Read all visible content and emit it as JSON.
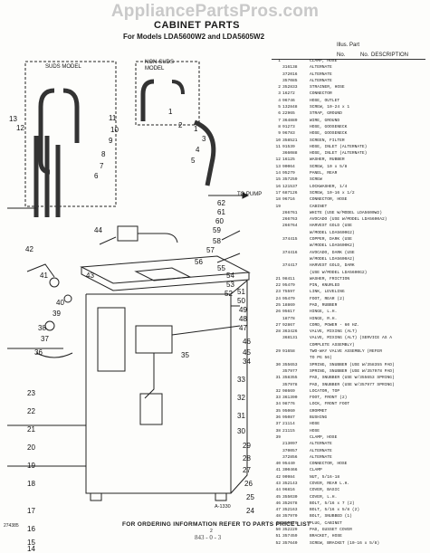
{
  "watermark": "AppliancePartsPros.com",
  "title": "CABINET PARTS",
  "subtitle": "For Models LDA5600W2 and LDA5605W2",
  "header": {
    "illus": "Illus.",
    "part_label": "Part",
    "key": "No.",
    "part": "No.",
    "desc": "DESCRIPTION"
  },
  "callouts": {
    "suds": "SUDS MODEL",
    "nonsuds": "NON-SUDS MODEL",
    "to_pump": "TO PUMP",
    "fig": "A-1330"
  },
  "parts": [
    {
      "k": "1",
      "p": "",
      "d": "CLAMP, HOSE"
    },
    {
      "k": "",
      "p": "316138",
      "d": "ALTERNATE"
    },
    {
      "k": "",
      "p": "372016",
      "d": "ALTERNATE"
    },
    {
      "k": "",
      "p": "357085",
      "d": "ALTERNATE"
    },
    {
      "k": "2",
      "p": "352833",
      "d": "STRAINER, HOSE"
    },
    {
      "k": "3",
      "p": "16272",
      "d": "CONNECTOR"
    },
    {
      "k": "4",
      "p": "96746",
      "d": "HOSE, OUTLET"
    },
    {
      "k": "5",
      "p": "132848",
      "d": "SCREW, 10-24 x 1"
    },
    {
      "k": "6",
      "p": "22965",
      "d": "STRAP, GROUND"
    },
    {
      "k": "7",
      "p": "364889",
      "d": "WIRE, GROUND"
    },
    {
      "k": "8",
      "p": "91273",
      "d": "HOSE, GOOSENECK"
    },
    {
      "k": "9",
      "p": "96783",
      "d": "HOSE, GOOSENECK"
    },
    {
      "k": "10",
      "p": "358521",
      "d": "SCREEN, FILTER"
    },
    {
      "k": "11",
      "p": "91539",
      "d": "HOSE, INLET (ALTERNATE)"
    },
    {
      "k": "",
      "p": "366088",
      "d": "HOSE, INLET (ALTERNATE)"
    },
    {
      "k": "12",
      "p": "16125",
      "d": "WASHER, RUBBER"
    },
    {
      "k": "13",
      "p": "90064",
      "d": "SCREW, 10 x 5/8"
    },
    {
      "k": "14",
      "p": "95279",
      "d": "PANEL, REAR"
    },
    {
      "k": "15",
      "p": "357259",
      "d": "SCREW"
    },
    {
      "k": "16",
      "p": "121537",
      "d": "LOCKWASHER, 1/4"
    },
    {
      "k": "17",
      "p": "687126",
      "d": "SCREW, 10-16 x 1/2"
    },
    {
      "k": "18",
      "p": "96716",
      "d": "CONNECTOR, HOSE"
    },
    {
      "k": "19",
      "p": "",
      "d": "CABINET"
    },
    {
      "k": "",
      "p": "266761",
      "d": "WHITE (USE W/MODEL LDA5600W2)"
    },
    {
      "k": "",
      "p": "266763",
      "d": "AVOCADO (USE W/MODEL LDA5600A2)"
    },
    {
      "k": "",
      "p": "266764",
      "d": "HARVEST GOLD (USE"
    },
    {
      "k": "",
      "p": "",
      "d": "W/MODEL LDA5600G2)"
    },
    {
      "k": "",
      "p": "374415",
      "d": "COPPER, DARK (USE"
    },
    {
      "k": "",
      "p": "",
      "d": "W/MODEL LDA5600K2)"
    },
    {
      "k": "",
      "p": "374416",
      "d": "AVOCADO, DARK (USE"
    },
    {
      "k": "",
      "p": "",
      "d": "W/MODEL LDA5600A2)"
    },
    {
      "k": "",
      "p": "374417",
      "d": "HARVEST GOLD, DARK"
    },
    {
      "k": "",
      "p": "",
      "d": "(USE W/MODEL LDA5600G2)"
    },
    {
      "k": "21",
      "p": "98411",
      "d": "WASHER, FRICTION"
    },
    {
      "k": "22",
      "p": "95479",
      "d": "PIN, KNURLED"
    },
    {
      "k": "23",
      "p": "75597",
      "d": "LINK, LEVELING"
    },
    {
      "k": "24",
      "p": "95479",
      "d": "FOOT, REAR (2)"
    },
    {
      "k": "25",
      "p": "18869",
      "d": "PAD, RUBBER"
    },
    {
      "k": "26",
      "p": "95617",
      "d": "HINGE, L.H."
    },
    {
      "k": "",
      "p": "18778",
      "d": "HINGE, R.H."
    },
    {
      "k": "27",
      "p": "92867",
      "d": "CORD, POWER - 60 HZ."
    },
    {
      "k": "28",
      "p": "363426",
      "d": "VALVE, MIXING (ALT)"
    },
    {
      "k": "",
      "p": "368131",
      "d": "VALVE, MIXING (ALT) (SERVICE AS A"
    },
    {
      "k": "",
      "p": "",
      "d": "COMPLETE ASSEMBLY)"
    },
    {
      "k": "29",
      "p": "91658",
      "d": "TWO-WAY VALVE ASSEMBLY (REFER"
    },
    {
      "k": "",
      "p": "",
      "d": "TO PG 56)"
    },
    {
      "k": "30",
      "p": "355653",
      "d": "SPRING, SNUBBER (USE W/358355 PAD)"
    },
    {
      "k": "",
      "p": "357977",
      "d": "SPRING, SNUBBER (USE W/357978 PAD)"
    },
    {
      "k": "31",
      "p": "358355",
      "d": "PAD, SNUBBER (USE W/355653 SPRING)"
    },
    {
      "k": "",
      "p": "357978",
      "d": "PAD, SNUBBER (USE W/357977 SPRING)"
    },
    {
      "k": "32",
      "p": "98669",
      "d": "LOCATOR, TOP"
    },
    {
      "k": "33",
      "p": "361390",
      "d": "FOOT, FRONT (2)"
    },
    {
      "k": "34",
      "p": "98776",
      "d": "LOCK, FRONT FOOT"
    },
    {
      "k": "35",
      "p": "95060",
      "d": "GROMMET"
    },
    {
      "k": "36",
      "p": "95087",
      "d": "BUSHING"
    },
    {
      "k": "37",
      "p": "21114",
      "d": "HOSE"
    },
    {
      "k": "38",
      "p": "21115",
      "d": "HOSE"
    },
    {
      "k": "39",
      "p": "",
      "d": "CLAMP, HOSE"
    },
    {
      "k": "",
      "p": "213097",
      "d": "ALTERNATE"
    },
    {
      "k": "",
      "p": "370057",
      "d": "ALTERNATE"
    },
    {
      "k": "",
      "p": "372856",
      "d": "ALTERNATE"
    },
    {
      "k": "40",
      "p": "95440",
      "d": "CONNECTOR, HOSE"
    },
    {
      "k": "41",
      "p": "300466",
      "d": "CLAMP"
    },
    {
      "k": "42",
      "p": "90984",
      "d": "NUT, 5/16-18"
    },
    {
      "k": "43",
      "p": "352143",
      "d": "COVER, REAR L.H."
    },
    {
      "k": "44",
      "p": "96816",
      "d": "COVER, BASIC"
    },
    {
      "k": "45",
      "p": "355030",
      "d": "COVER, L.H."
    },
    {
      "k": "46",
      "p": "352678",
      "d": "BOLT, 5/16 x 7 (2)"
    },
    {
      "k": "47",
      "p": "352163",
      "d": "BOLT, 5/16 x 5/8 (2)"
    },
    {
      "k": "48",
      "p": "357970",
      "d": "BOLT, SNUBBED (1)"
    },
    {
      "k": "49",
      "p": "359579",
      "d": "PLUG, CABINET"
    },
    {
      "k": "50",
      "p": "352229",
      "d": "PAD, GUSSET COVER"
    },
    {
      "k": "51",
      "p": "357459",
      "d": "BRACKET, HOSE"
    },
    {
      "k": "52",
      "p": "357640",
      "d": "SCREW, BRACKET (10-16 x 5/8)"
    }
  ],
  "diagram_numbers": [
    "13",
    "12",
    "11",
    "10",
    "9",
    "8",
    "7",
    "6",
    "1",
    "2",
    "1",
    "3",
    "4",
    "5",
    "62",
    "61",
    "60",
    "59",
    "58",
    "57",
    "56",
    "55",
    "54",
    "53",
    "52",
    "51",
    "50",
    "49",
    "48",
    "47",
    "46",
    "45",
    "44",
    "43",
    "42",
    "41",
    "40",
    "39",
    "38",
    "37",
    "36",
    "35",
    "34",
    "33",
    "32",
    "31",
    "30",
    "29",
    "28",
    "27",
    "26",
    "25",
    "24",
    "23",
    "22",
    "21",
    "20",
    "19",
    "18",
    "17",
    "16",
    "15",
    "14"
  ],
  "footer_id": "274385",
  "footer": "FOR ORDERING INFORMATION REFER TO PARTS PRICE LIST",
  "page_no": "2",
  "handnote": "843 - 0 - 3"
}
